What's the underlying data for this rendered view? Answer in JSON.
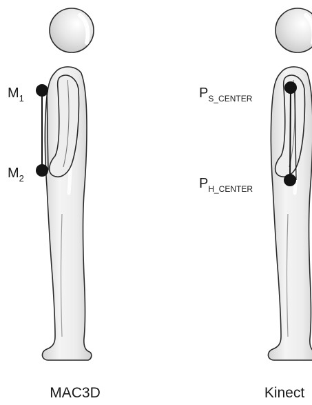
{
  "colors": {
    "body_fill": "#e9e9e9",
    "body_stroke": "#2a2a2a",
    "highlight": "#ffffff",
    "marker": "#141414",
    "text": "#1a1a1a"
  },
  "figures": [
    {
      "caption": "MAC3D",
      "markers": [
        {
          "label_main": "M",
          "label_sub": "1"
        },
        {
          "label_main": "M",
          "label_sub": "2"
        }
      ]
    },
    {
      "caption": "Kinect",
      "markers": [
        {
          "label_main": "P",
          "label_sub": "S_CENTER"
        },
        {
          "label_main": "P",
          "label_sub": "H_CENTER"
        }
      ]
    }
  ]
}
